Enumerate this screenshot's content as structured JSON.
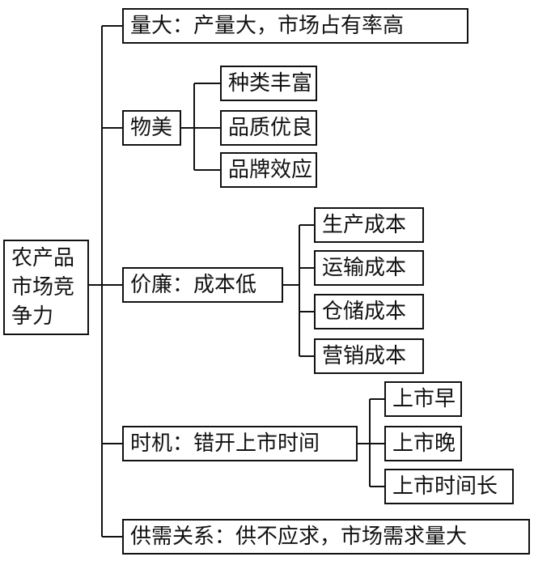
{
  "root": {
    "lines": [
      "农产品",
      "市场竞",
      "争力"
    ]
  },
  "branches": [
    {
      "label": "量大：产量大，市场占有率高",
      "children": []
    },
    {
      "label": "物美",
      "children": [
        "种类丰富",
        "品质优良",
        "品牌效应"
      ]
    },
    {
      "label": "价廉：成本低",
      "children": [
        "生产成本",
        "运输成本",
        "仓储成本",
        "营销成本"
      ]
    },
    {
      "label": "时机：错开上市时间",
      "children": [
        "上市早",
        "上市晚",
        "上市时间长"
      ]
    },
    {
      "label": "供需关系：供不应求，市场需求量大",
      "children": []
    }
  ],
  "line_color": "#111111"
}
